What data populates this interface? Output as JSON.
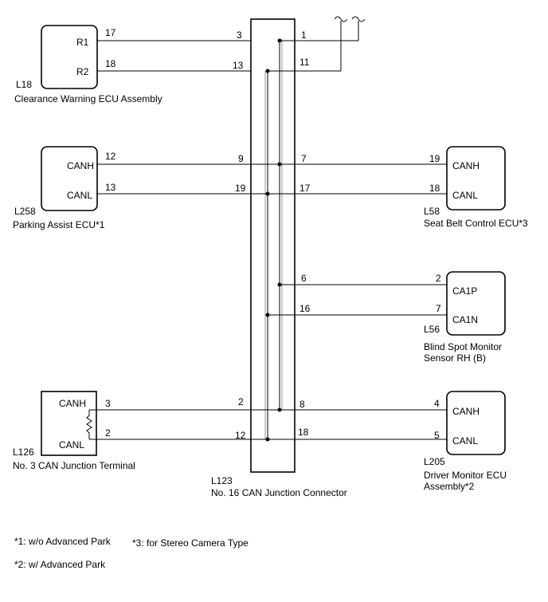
{
  "ecus": {
    "clearance": {
      "code": "L18",
      "name": "Clearance Warning ECU Assembly",
      "pin_r1": "R1",
      "pin_r2": "R2"
    },
    "parking": {
      "code": "L258",
      "name": "Parking Assist ECU*1",
      "pin_canh": "CANH",
      "pin_canl": "CANL"
    },
    "seatbelt": {
      "code": "L58",
      "name": "Seat Belt Control ECU*3",
      "pin_canh": "CANH",
      "pin_canl": "CANL"
    },
    "blindspot": {
      "code": "L56",
      "name_line1": "Blind Spot Monitor",
      "name_line2": "Sensor RH (B)",
      "pin_ca1p": "CA1P",
      "pin_ca1n": "CA1N"
    },
    "junction_terminal": {
      "code": "L126",
      "name": "No. 3 CAN Junction Terminal",
      "pin_canh": "CANH",
      "pin_canl": "CANL"
    },
    "driver_monitor": {
      "code": "L205",
      "name_line1": "Driver Monitor ECU",
      "name_line2": "Assembly*2",
      "pin_canh": "CANH",
      "pin_canl": "CANL"
    }
  },
  "connector": {
    "code": "L123",
    "name": "No. 16 CAN Junction Connector"
  },
  "pins": {
    "w1_left": "17",
    "w1_right": "3",
    "w1_out": "1",
    "w2_left": "18",
    "w2_right": "13",
    "w2_out": "11",
    "w3_left": "12",
    "w3_right": "9",
    "w3_out": "7",
    "w3_ecu": "19",
    "w4_left": "13",
    "w4_right": "19",
    "w4_out": "17",
    "w4_ecu": "18",
    "w5_out": "6",
    "w5_ecu": "2",
    "w6_out": "16",
    "w6_ecu": "7",
    "w7_left": "3",
    "w7_right": "2",
    "w7_out": "8",
    "w7_ecu": "4",
    "w8_left": "2",
    "w8_right": "12",
    "w8_out": "18",
    "w8_ecu": "5"
  },
  "notes": {
    "note1": "*1: w/o Advanced Park",
    "note2": "*2: w/ Advanced Park",
    "note3": "*3: for Stereo Camera Type"
  }
}
